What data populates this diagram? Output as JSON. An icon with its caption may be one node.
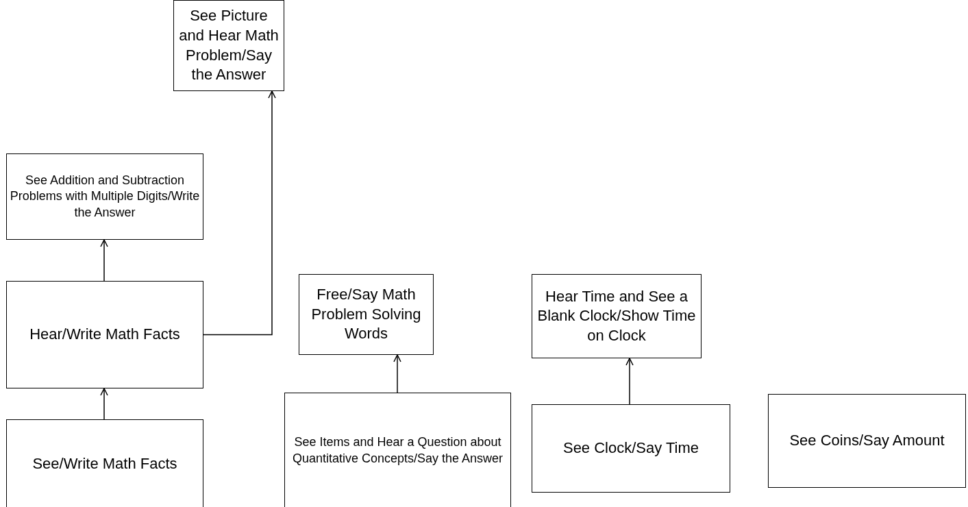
{
  "diagram": {
    "nodes": [
      {
        "text": [
          "See Picture and Hear Math Problem/Say the Answer"
        ]
      },
      {
        "text": [
          "See Addition and Subtraction Problems with Multiple Digits/Write the Answer"
        ]
      },
      {
        "text": [
          "Hear/Write Math Facts"
        ]
      },
      {
        "text": [
          "Free/Say Math Problem Solving Words"
        ]
      },
      {
        "text": [
          "Hear Time and See a Blank Clock/Show Time on Clock"
        ]
      },
      {
        "text": [
          "See/Write Math Facts"
        ]
      },
      {
        "text": [
          "See Items and Hear a Question about Quantitative Concepts/Say the Answer"
        ]
      },
      {
        "text": [
          "See Clock/Say Time"
        ]
      },
      {
        "text": [
          "See Coins/Say Amount"
        ]
      }
    ],
    "edges": [
      {
        "from": 2,
        "to": 1,
        "arrow": "to"
      },
      {
        "from": 2,
        "to": 0,
        "arrow": "to"
      },
      {
        "from": 5,
        "to": 2,
        "arrow": "to"
      },
      {
        "from": 6,
        "to": 3,
        "arrow": "to"
      },
      {
        "from": 7,
        "to": 4,
        "arrow": "to"
      }
    ]
  }
}
